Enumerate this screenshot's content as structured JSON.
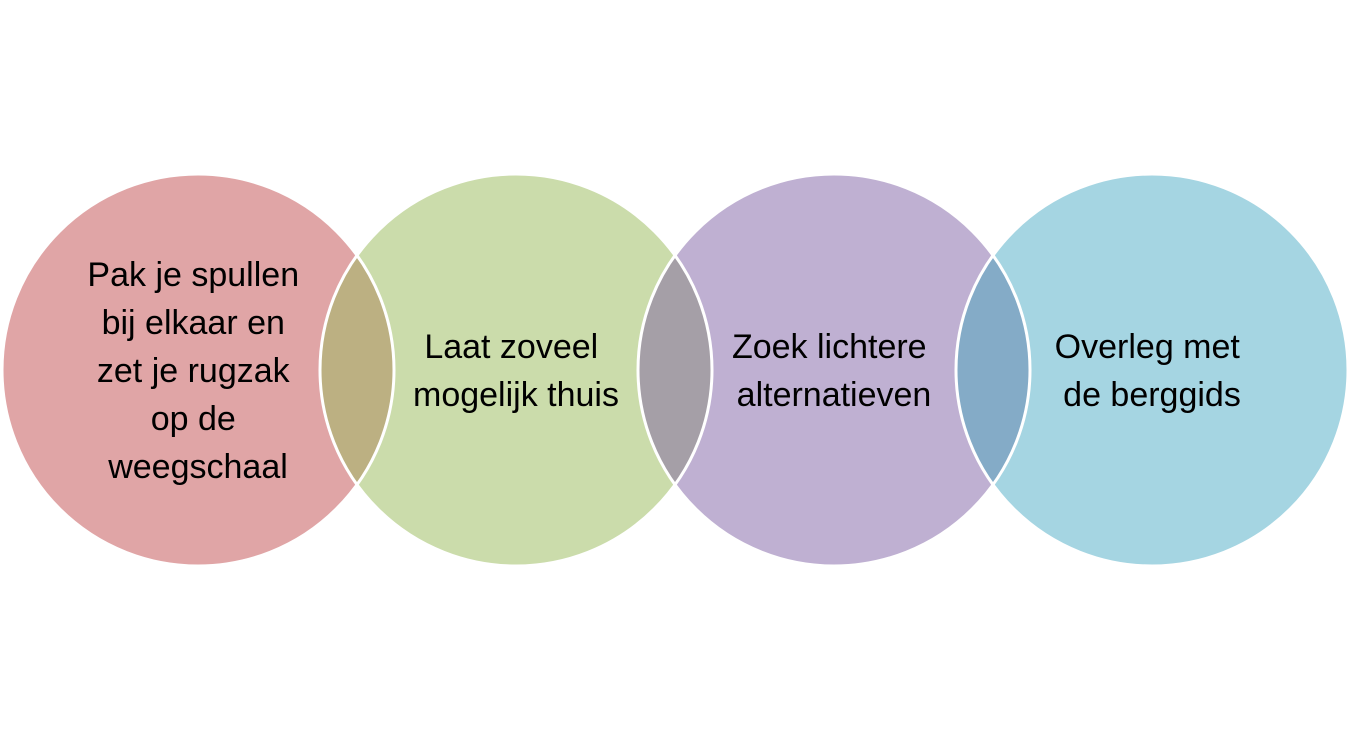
{
  "diagram": {
    "steps": [
      {
        "lines": [
          "Pak je spullen",
          "bij elkaar en",
          "zet je rugzak",
          "op de",
          "weegschaal"
        ],
        "color": "#e0a5a6"
      },
      {
        "lines": [
          "Laat zoveel",
          "mogelijk thuis"
        ],
        "color": "#cbdcab"
      },
      {
        "lines": [
          "Zoek lichtere",
          "alternatieven"
        ],
        "color": "#bfb0d2"
      },
      {
        "lines": [
          "Overleg met",
          "de berggids"
        ],
        "color": "#a5d5e2"
      }
    ],
    "overlap_colors": [
      "#bcb082",
      "#a59fa7",
      "#84abc7"
    ],
    "outline_color": "#ffffff"
  }
}
